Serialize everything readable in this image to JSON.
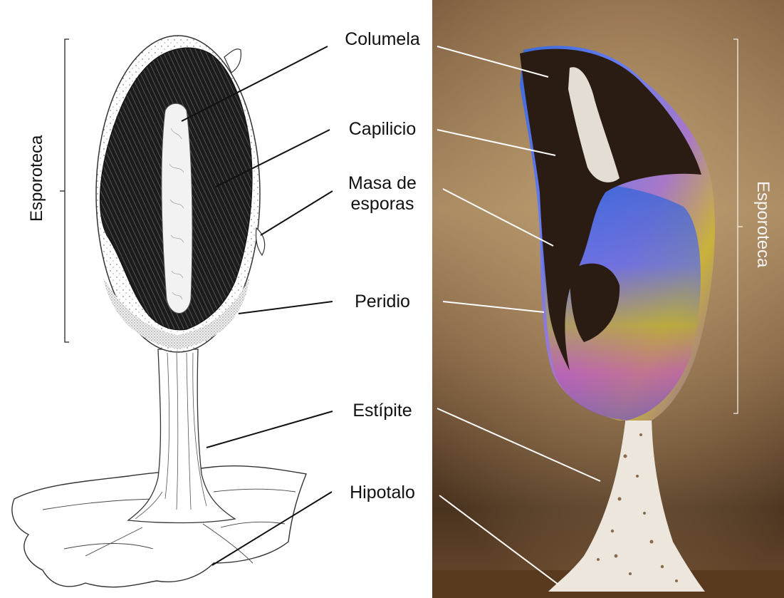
{
  "labels": {
    "columela": "Columela",
    "capilicio": "Capilicio",
    "masa_line1": "Masa de",
    "masa_line2": "esporas",
    "peridio": "Peridio",
    "estipite": "Estípite",
    "hipotalo": "Hipotalo"
  },
  "brackets": {
    "left": "Esporoteca",
    "right": "Esporoteca"
  },
  "colors": {
    "photo_background": "#8a6a48",
    "leader_lines_drawing": "#111111",
    "leader_lines_photo": "#ffffff",
    "right_label_text": "#f4f4f4"
  }
}
